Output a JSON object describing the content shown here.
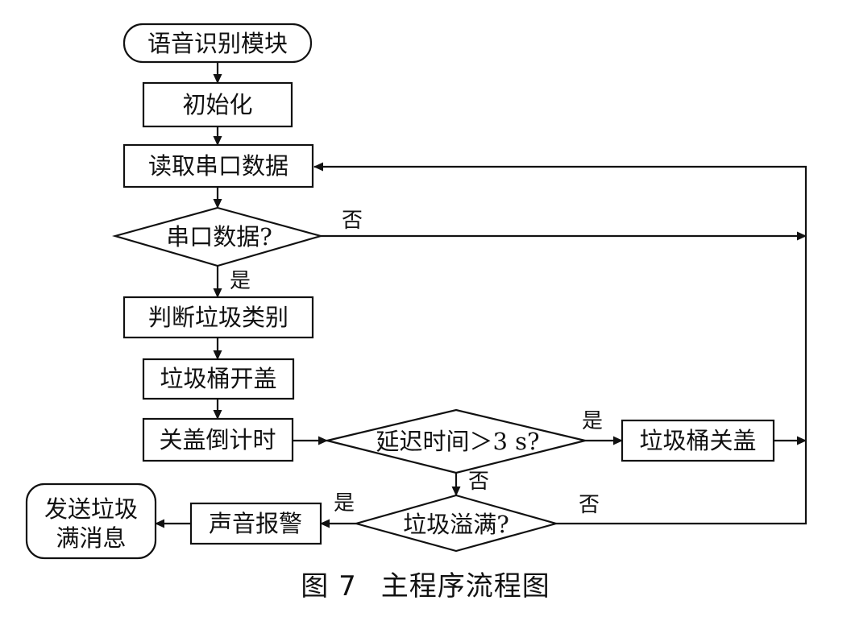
{
  "nodes": {
    "start": "语音识别模块",
    "init": "初始化",
    "read": "读取串口数据",
    "has_data": "串口数据?",
    "classify": "判断垃圾类别",
    "open": "垃圾桶开盖",
    "countdown": "关盖倒计时",
    "delay_check": "延迟时间＞3 s?",
    "close": "垃圾桶关盖",
    "full_check": "垃圾溢满?",
    "alarm": "声音报警",
    "send_line1": "发送垃圾",
    "send_line2": "满消息"
  },
  "edge_labels": {
    "has_data_no": "否",
    "has_data_yes": "是",
    "delay_yes": "是",
    "delay_no": "否",
    "full_yes": "是",
    "full_no": "否"
  },
  "caption": {
    "figure": "图 7",
    "title": "主程序流程图"
  }
}
